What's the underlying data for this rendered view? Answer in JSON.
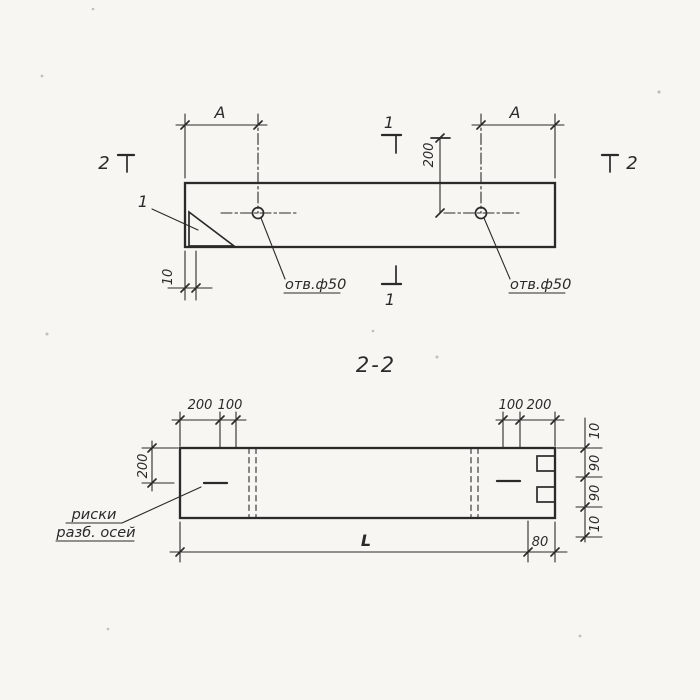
{
  "colors": {
    "background": "#f7f6f2",
    "ink": "#2a2a28"
  },
  "section_title": "2-2",
  "top_view": {
    "detail_label": "1",
    "dim_a_left": "A",
    "dim_a_right": "A",
    "dim_200": "200",
    "dim_10": "10",
    "section1_top": "1",
    "section1_bottom": "1",
    "section2_left": "2",
    "section2_right": "2",
    "hole_left_label": "отв.ф50",
    "hole_right_label": "отв.ф50"
  },
  "bottom_view": {
    "dim_200_a": "200",
    "dim_100_a": "100",
    "dim_100_b": "100",
    "dim_200_b": "200",
    "dim_height": "200",
    "chain": [
      "10",
      "90",
      "90",
      "10"
    ],
    "length_label": "L",
    "dim_80": "80",
    "note_line1": "риски",
    "note_line2": "разб. осей"
  }
}
